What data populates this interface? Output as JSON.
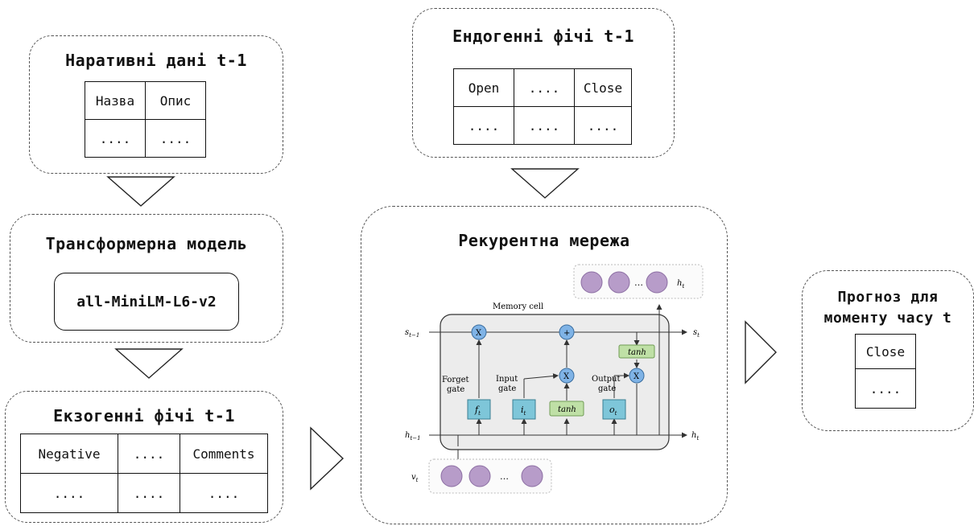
{
  "narrative": {
    "title": "Наративні дані t-1",
    "header": [
      "Назва",
      "Опис"
    ],
    "row": [
      "....",
      "...."
    ]
  },
  "transformer": {
    "title": "Трансформерна модель",
    "model": "all-MiniLM-L6-v2"
  },
  "exogenous": {
    "title": "Екзогенні фічі t-1",
    "header": [
      "Negative",
      "....",
      "Comments"
    ],
    "row": [
      "....",
      "....",
      "...."
    ]
  },
  "endogenous": {
    "title": "Ендогенні фічі t-1",
    "header": [
      "Open",
      "....",
      "Close"
    ],
    "row": [
      "....",
      "....",
      "...."
    ]
  },
  "rnn": {
    "title": "Рекурентна мережа",
    "lstm": {
      "memory_cell": "Memory cell",
      "forget_gate_1": "Forget",
      "forget_gate_2": "gate",
      "input_gate_1": "Input",
      "input_gate_2": "gate",
      "output_gate_1": "Output",
      "output_gate_2": "gate",
      "f": "f",
      "i": "i",
      "o": "o",
      "tanh": "tanh",
      "times": "X",
      "plus": "+",
      "s_prev": "s",
      "s_next": "s",
      "h_prev": "h",
      "h_next": "h",
      "h_top": "h",
      "v_in": "v",
      "sub_t": "t",
      "sub_tm1": "t−1",
      "ellipsis": "…"
    }
  },
  "forecast": {
    "title_1": "Прогноз для",
    "title_2": "моменту часу t",
    "header": [
      "Close"
    ],
    "row": [
      "...."
    ]
  }
}
